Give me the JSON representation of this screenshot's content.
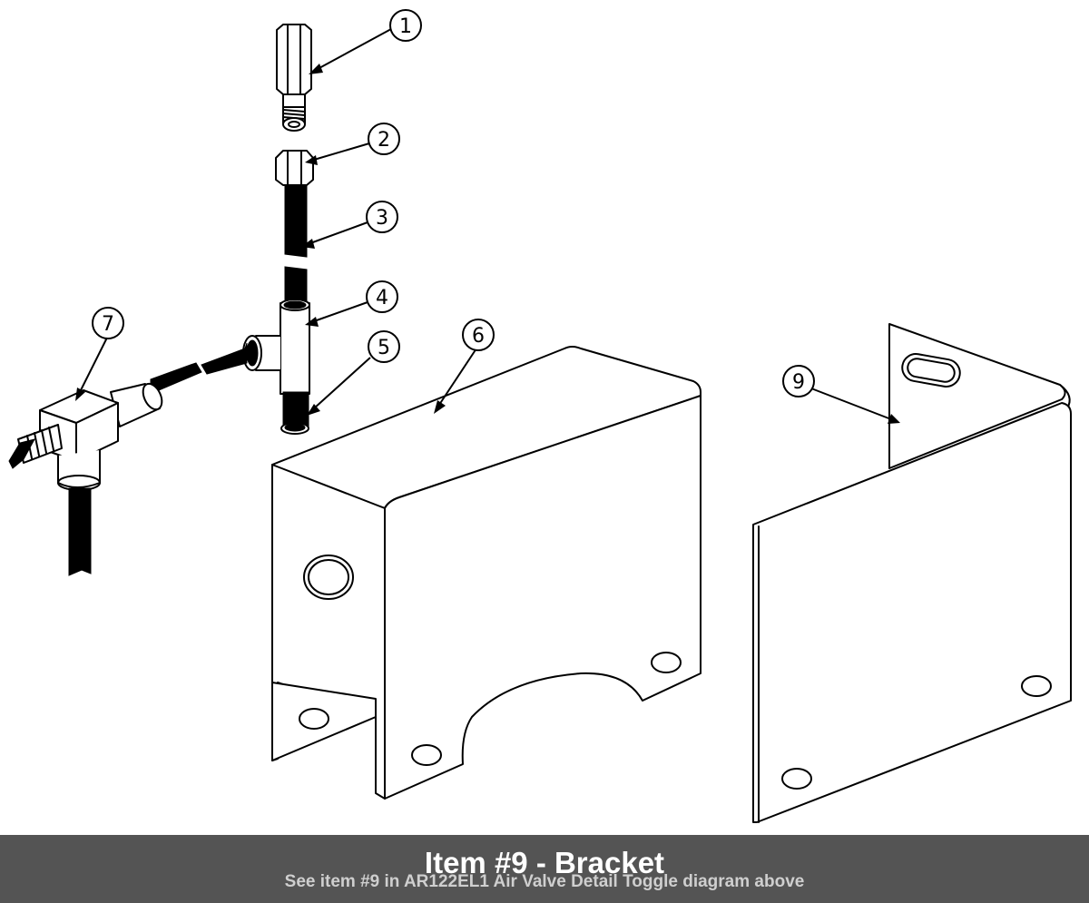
{
  "callouts": [
    {
      "id": "1",
      "label": "1"
    },
    {
      "id": "2",
      "label": "2"
    },
    {
      "id": "3",
      "label": "3"
    },
    {
      "id": "4",
      "label": "4"
    },
    {
      "id": "5",
      "label": "5"
    },
    {
      "id": "6",
      "label": "6"
    },
    {
      "id": "7",
      "label": "7"
    },
    {
      "id": "9",
      "label": "9"
    }
  ],
  "caption": {
    "title": "Item #9 - Bracket",
    "subtitle": "See item #9 in AR122EL1 Air Valve Detail Toggle diagram above"
  },
  "colors": {
    "caption_background": "#545454",
    "caption_title": "#ffffff",
    "caption_subtitle": "#cfcfcf",
    "line": "#000000"
  }
}
